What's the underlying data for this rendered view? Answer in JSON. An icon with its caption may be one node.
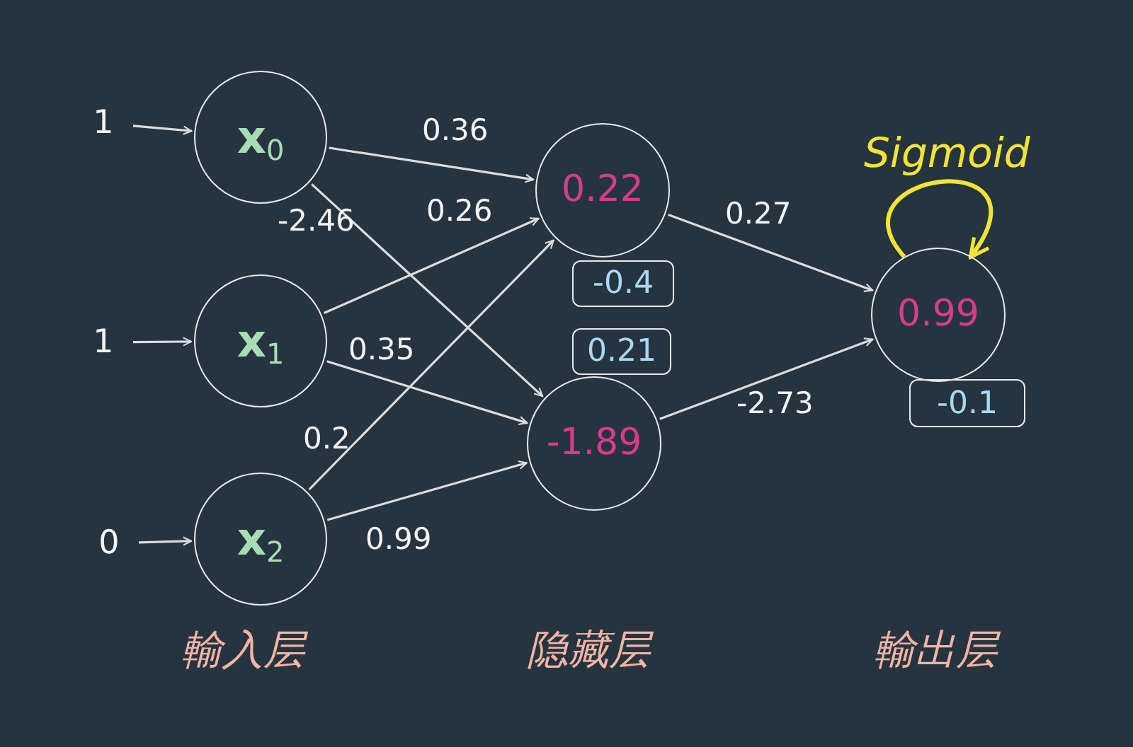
{
  "diagram": {
    "nodes": [
      {
        "text": [
          "1"
        ]
      },
      {
        "text": [
          "x$_{0}$"
        ]
      },
      {
        "text": [
          "1"
        ]
      },
      {
        "text": [
          "x$_{1}$"
        ]
      },
      {
        "text": [
          "0"
        ]
      },
      {
        "text": [
          "x$_{2}$"
        ]
      },
      {
        "text": [
          "0.22"
        ]
      },
      {
        "text": [
          "-0.4"
        ]
      },
      {
        "text": [
          "0.21"
        ]
      },
      {
        "text": [
          "-1.89"
        ]
      },
      {
        "text": [
          "0.99"
        ]
      },
      {
        "text": [
          "-0.1"
        ]
      }
    ],
    "edges": [
      {
        "from": 0,
        "to": 1,
        "arrow": "to"
      },
      {
        "from": 2,
        "to": 3,
        "arrow": "to"
      },
      {
        "from": 4,
        "to": 5,
        "arrow": "to"
      },
      {
        "from": 1,
        "to": 6,
        "arrow": "to",
        "label": "0.36"
      },
      {
        "from": 1,
        "to": 9,
        "arrow": "to",
        "label": "-2.46"
      },
      {
        "from": 3,
        "to": 6,
        "arrow": "to",
        "label": "0.26"
      },
      {
        "from": 3,
        "to": 9,
        "arrow": "to",
        "label": "0.35"
      },
      {
        "from": 5,
        "to": 6,
        "arrow": "to",
        "label": "0.2"
      },
      {
        "from": 5,
        "to": 9,
        "arrow": "to",
        "label": "0.99"
      },
      {
        "from": 6,
        "to": 10,
        "arrow": "to",
        "label": "0.27"
      },
      {
        "from": 9,
        "to": 10,
        "arrow": "to",
        "label": "-2.73"
      },
      {
        "from": 10,
        "to": 10,
        "arrow": "to",
        "label": "Sigmoid",
        "color": "#f2e434"
      }
    ],
    "labels": [
      "輸入层",
      "隐藏层",
      "輸出层"
    ]
  }
}
